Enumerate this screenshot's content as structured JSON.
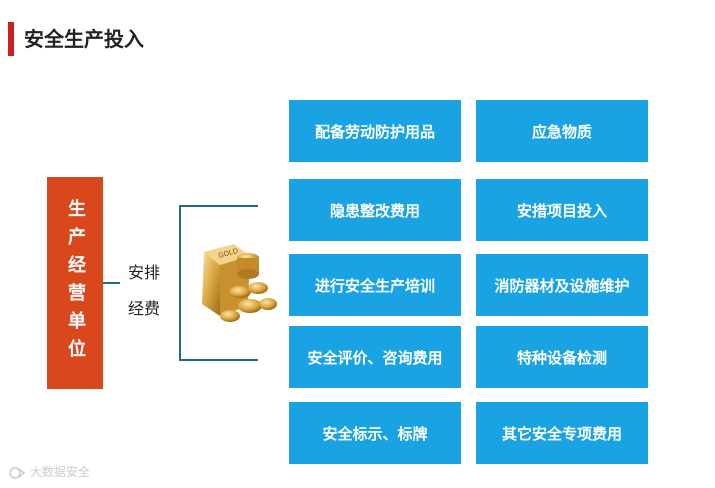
{
  "title": "安全生产投入",
  "org": {
    "label": "生产经营单位"
  },
  "funds": {
    "line1": "安排",
    "line2": "经费"
  },
  "gold_image": {
    "icon": "gold-bar-and-coins-icon",
    "bar_text": "GOLD"
  },
  "items": [
    {
      "label": "配备劳动防护用品"
    },
    {
      "label": "应急物质"
    },
    {
      "label": "隐患整改费用"
    },
    {
      "label": "安措项目投入"
    },
    {
      "label": "进行安全生产培训"
    },
    {
      "label": "消防器材及设施维护"
    },
    {
      "label": "安全评价、咨询费用"
    },
    {
      "label": "特种设备检测"
    },
    {
      "label": "安全标示、标牌"
    },
    {
      "label": "其它安全专项费用"
    }
  ],
  "watermark": {
    "text": "大数据安全"
  },
  "colors": {
    "accent_red": "#c8231e",
    "org_box": "#d9471c",
    "item_box": "#1aa3e2",
    "connector": "#1e6b86"
  }
}
